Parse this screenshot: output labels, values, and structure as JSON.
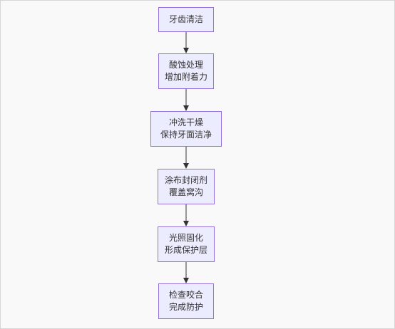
{
  "diagram": {
    "type": "flowchart",
    "direction": "top-down",
    "nodes": [
      {
        "lines": [
          "牙齿清洁"
        ]
      },
      {
        "lines": [
          "酸蚀处理",
          "增加附着力"
        ]
      },
      {
        "lines": [
          "冲洗干燥",
          "保持牙面洁净"
        ]
      },
      {
        "lines": [
          "涂布封闭剂",
          "覆盖窝沟"
        ]
      },
      {
        "lines": [
          "光照固化",
          "形成保护层"
        ]
      },
      {
        "lines": [
          "检查咬合",
          "完成防护"
        ]
      }
    ],
    "edges": [
      {
        "from": 0,
        "to": 1
      },
      {
        "from": 1,
        "to": 2
      },
      {
        "from": 2,
        "to": 3
      },
      {
        "from": 3,
        "to": 4
      },
      {
        "from": 4,
        "to": 5
      }
    ]
  },
  "colors": {
    "background": "#F9F9F9",
    "node_fill": "#ECECFF",
    "node_border": "#9370DB",
    "node_text": "#333333",
    "edge": "#333333"
  }
}
